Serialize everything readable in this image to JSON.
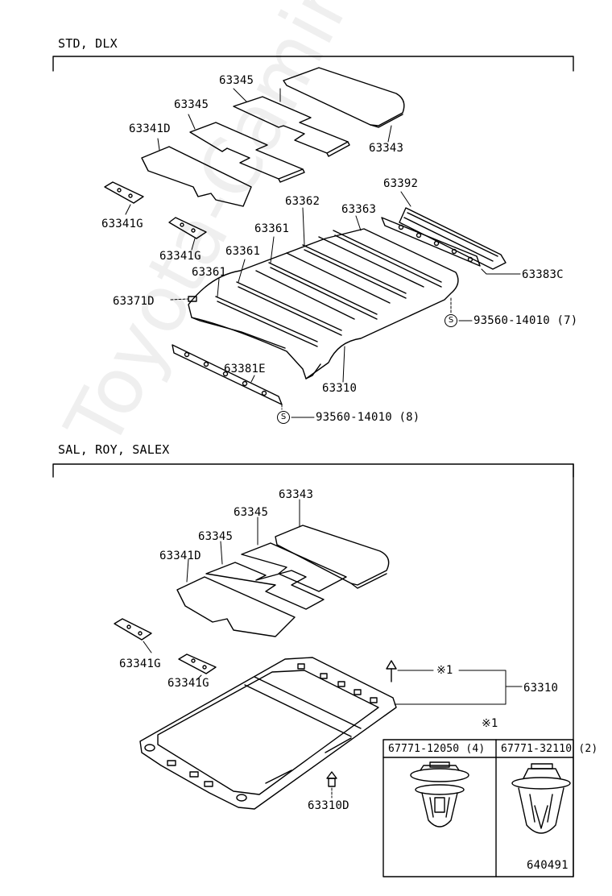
{
  "watermark": "Toyota-Camine.ru",
  "sections": {
    "top": {
      "title": "STD, DLX"
    },
    "bottom": {
      "title": "SAL, ROY, SALEX"
    }
  },
  "symbol_s": "S",
  "top_labels": {
    "p63345a": "63345",
    "p63345b": "63345",
    "p63341d": "63341D",
    "p63343": "63343",
    "p63341g_a": "63341G",
    "p63341g_b": "63341G",
    "p63392": "63392",
    "p63362": "63362",
    "p63363": "63363",
    "p63361a": "63361",
    "p63361b": "63361",
    "p63361c": "63361",
    "p63371d": "63371D",
    "p63383c": "63383C",
    "p93560_7": "93560-14010 (7)",
    "p63381e": "63381E",
    "p63310": "63310",
    "p93560_8": "93560-14010 (8)"
  },
  "bottom_labels": {
    "p63343": "63343",
    "p63345a": "63345",
    "p63345b": "63345",
    "p63341d": "63341D",
    "p63341g_a": "63341G",
    "p63341g_b": "63341G",
    "ref_mark": "※1",
    "p63310": "63310",
    "p63310d": "63310D"
  },
  "clip_table": {
    "title": "※1",
    "col1": "67771-12050 (4)",
    "col2": "67771-32110 (2)"
  },
  "figure_number": "640491"
}
